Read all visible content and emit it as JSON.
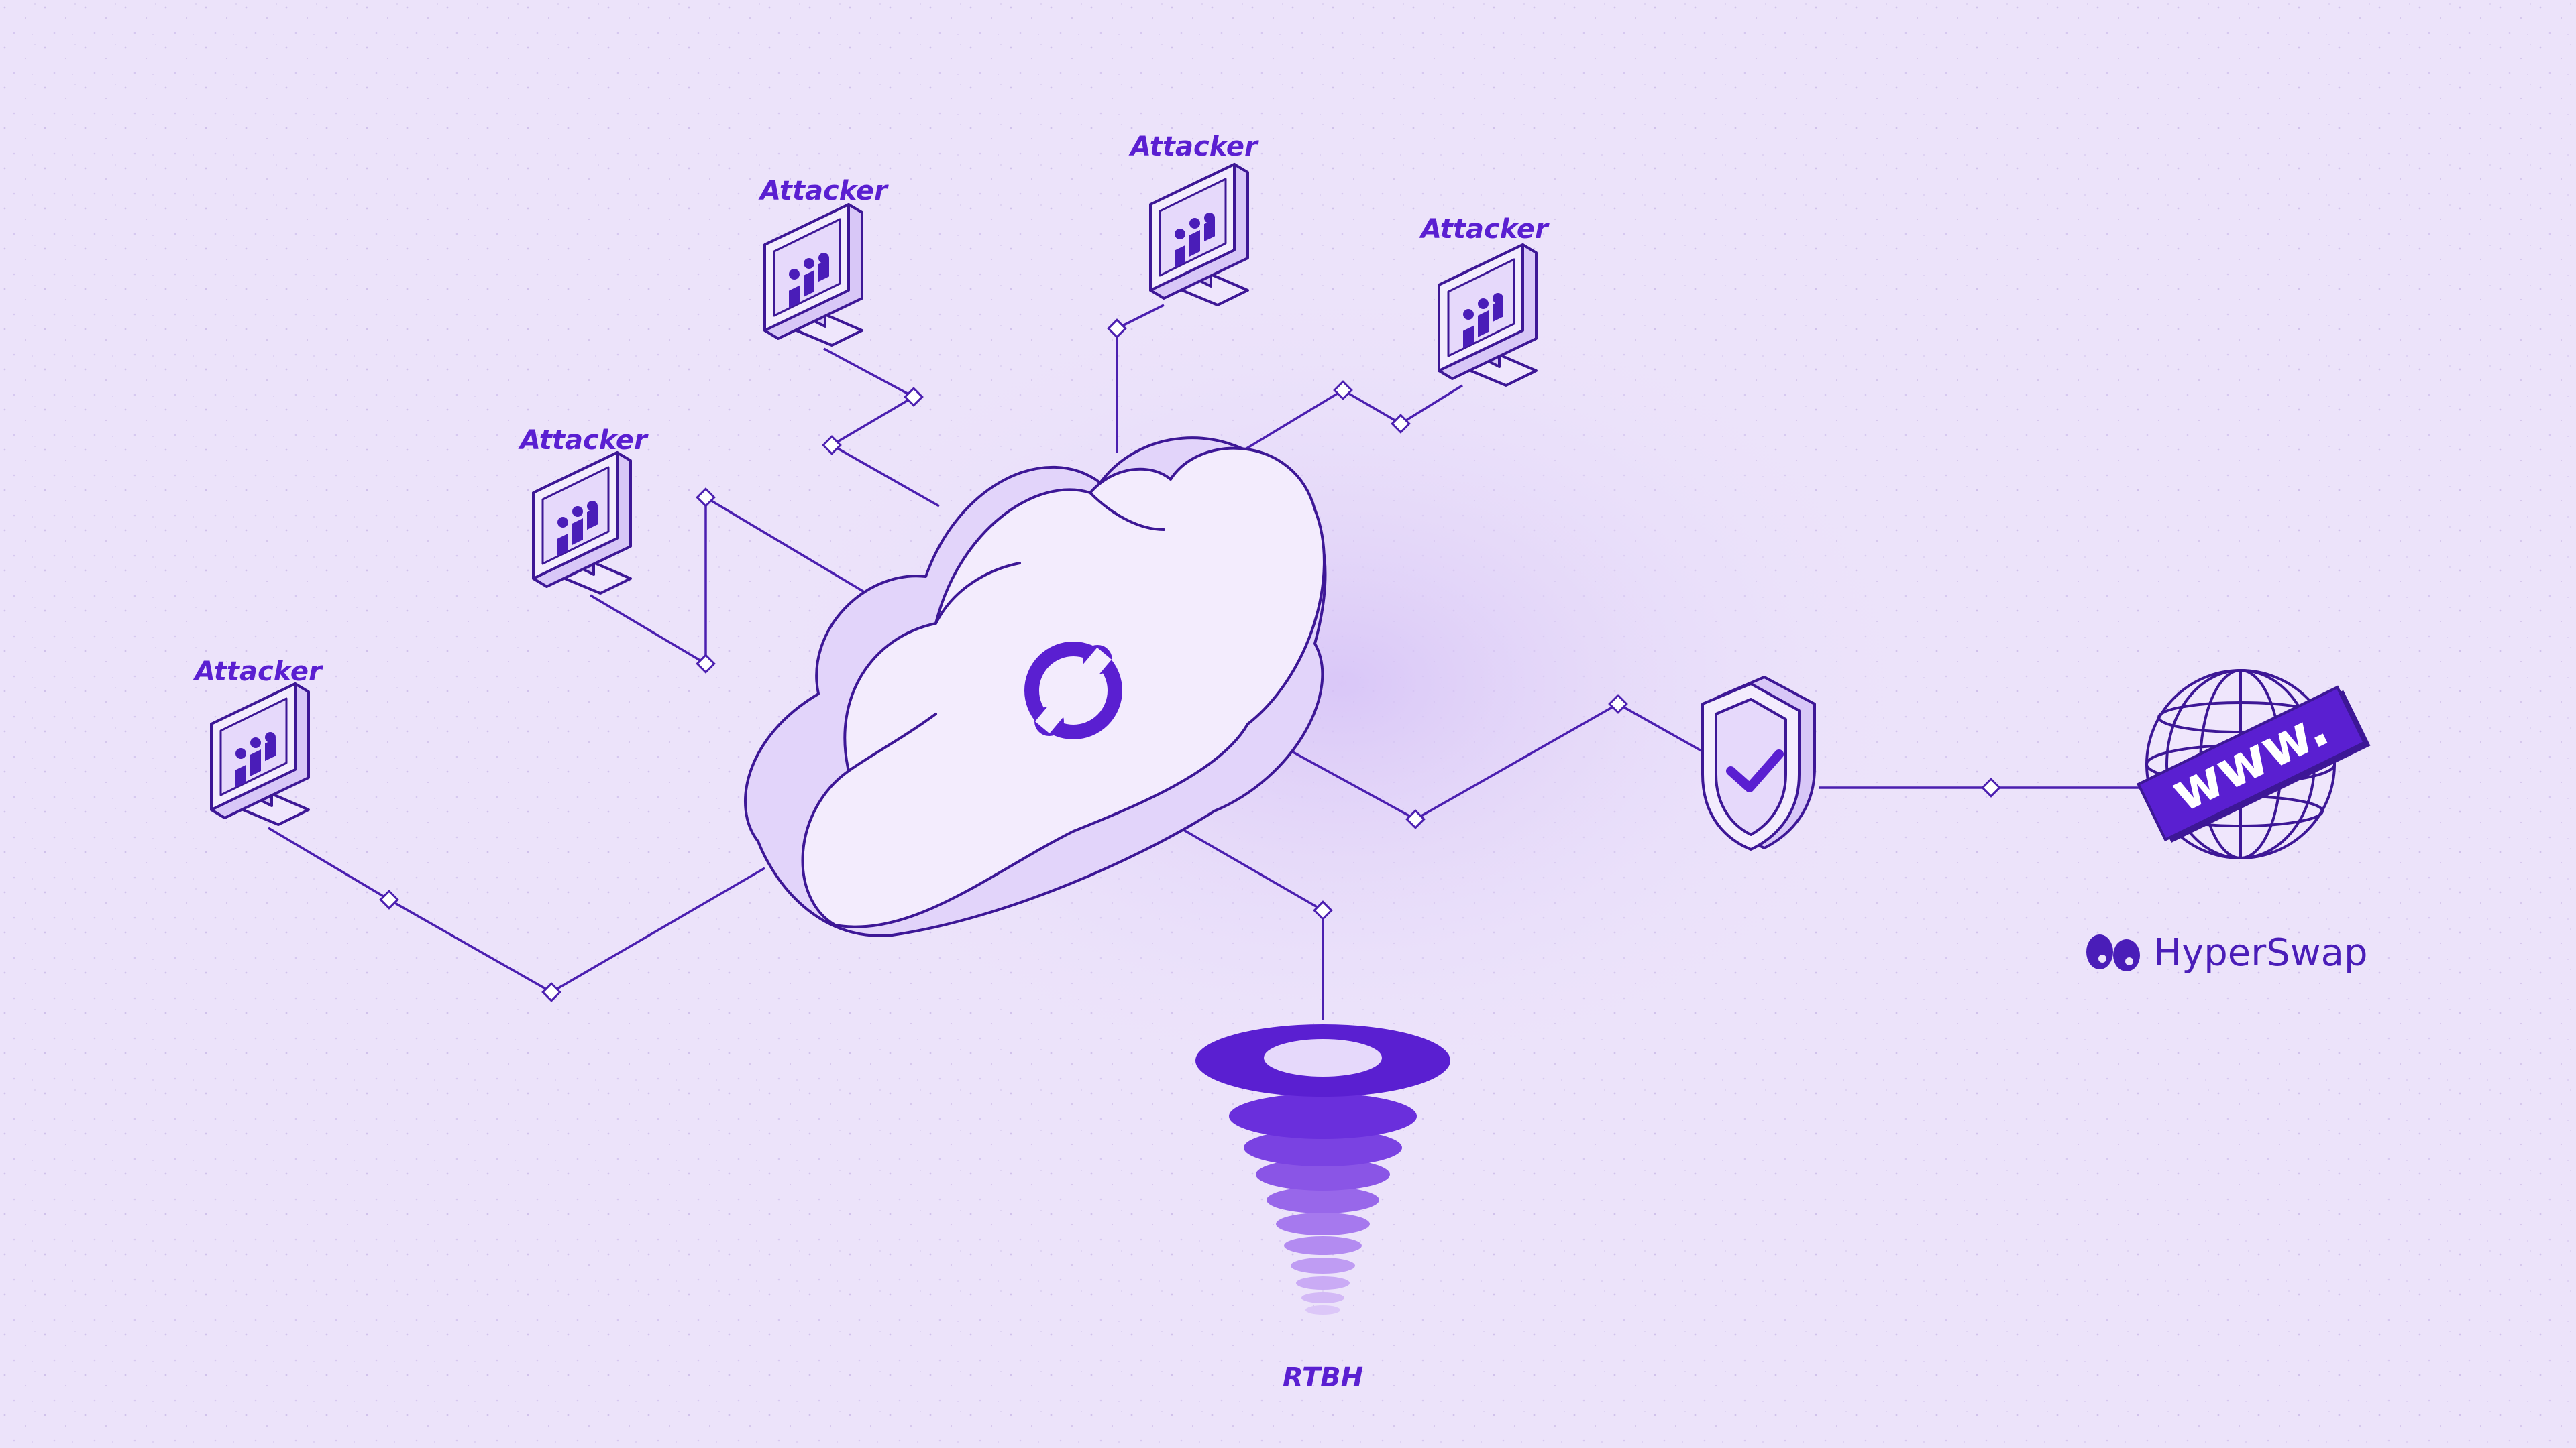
{
  "attackers": [
    {
      "label": "Attacker"
    },
    {
      "label": "Attacker"
    },
    {
      "label": "Attacker"
    },
    {
      "label": "Attacker"
    },
    {
      "label": "Attacker"
    }
  ],
  "sink": {
    "label": "RTBH"
  },
  "website": {
    "banner": "www."
  },
  "brand": {
    "name": "HyperSwap"
  },
  "colors": {
    "background": "#ece3fa",
    "accent": "#5a1fd1",
    "ink": "#3d1796",
    "surface": "#f3ecfd"
  },
  "icons": {
    "cloud_center": "network-logo-icon",
    "monitor": "monitor-icon",
    "shield": "shield-check-icon",
    "globe": "globe-icon",
    "sink": "funnel-sink-icon"
  }
}
